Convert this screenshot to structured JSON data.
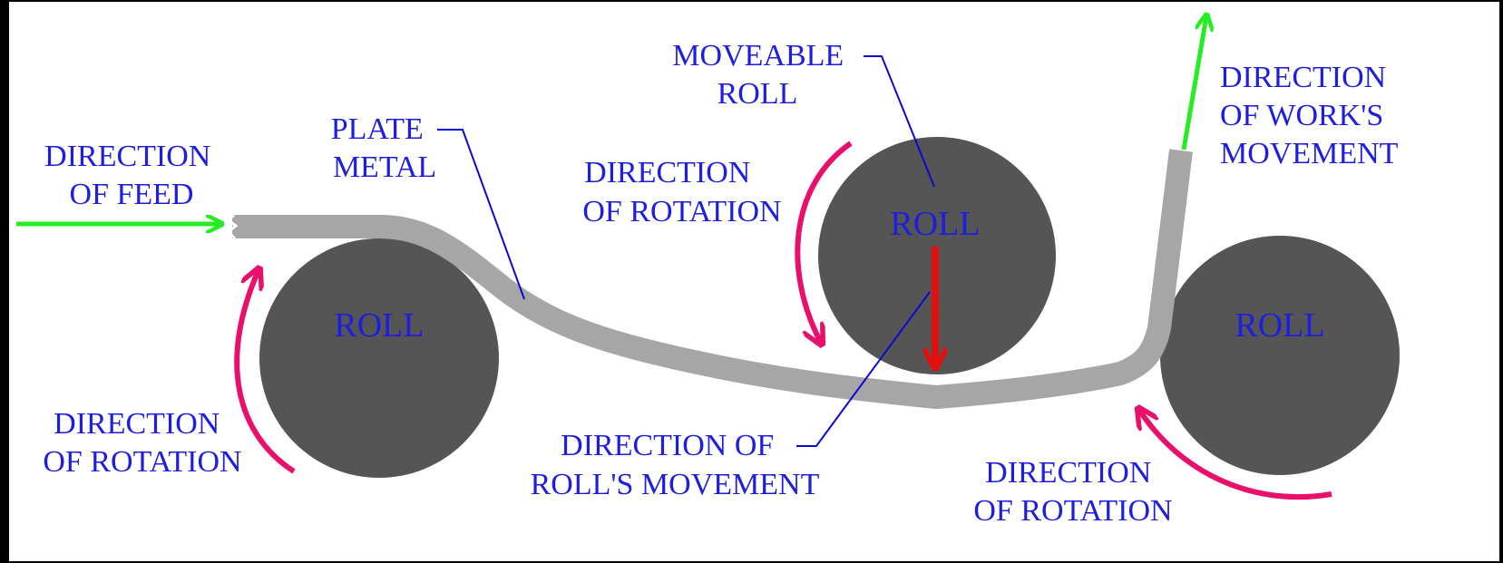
{
  "colors": {
    "background": "#ffffff",
    "border": "#000000",
    "roll": "#555555",
    "plate": "#a6a6a6",
    "text": "#1e1ee0",
    "leader": "#0a0ad0",
    "feed_arrow": "#22ee22",
    "rotation_arrow": "#e8106a",
    "movement_arrow": "#e41010"
  },
  "labels": {
    "direction_of_feed": [
      "DIRECTION",
      "OF FEED"
    ],
    "plate_metal": [
      "PLATE",
      "METAL"
    ],
    "moveable_roll": [
      "MOVEABLE",
      "ROLL"
    ],
    "direction_of_rotation_top": [
      "DIRECTION",
      "OF ROTATION"
    ],
    "direction_of_works_movement": [
      "DIRECTION",
      "OF WORK'S",
      "MOVEMENT"
    ],
    "direction_of_rotation_left": [
      "DIRECTION",
      "OF ROTATION"
    ],
    "direction_of_rolls_movement": [
      "DIRECTION OF",
      "ROLL'S MOVEMENT"
    ],
    "direction_of_rotation_right": [
      "DIRECTION",
      "OF ROTATION"
    ]
  },
  "rolls": {
    "left": "ROLL",
    "middle": "ROLL",
    "right": "ROLL"
  },
  "icons": {
    "feed_arrow": "arrow-right-icon",
    "work_arrow": "arrow-up-icon",
    "movement_arrow": "arrow-down-icon",
    "rotation_arrows": "curved-arrow-icon"
  }
}
